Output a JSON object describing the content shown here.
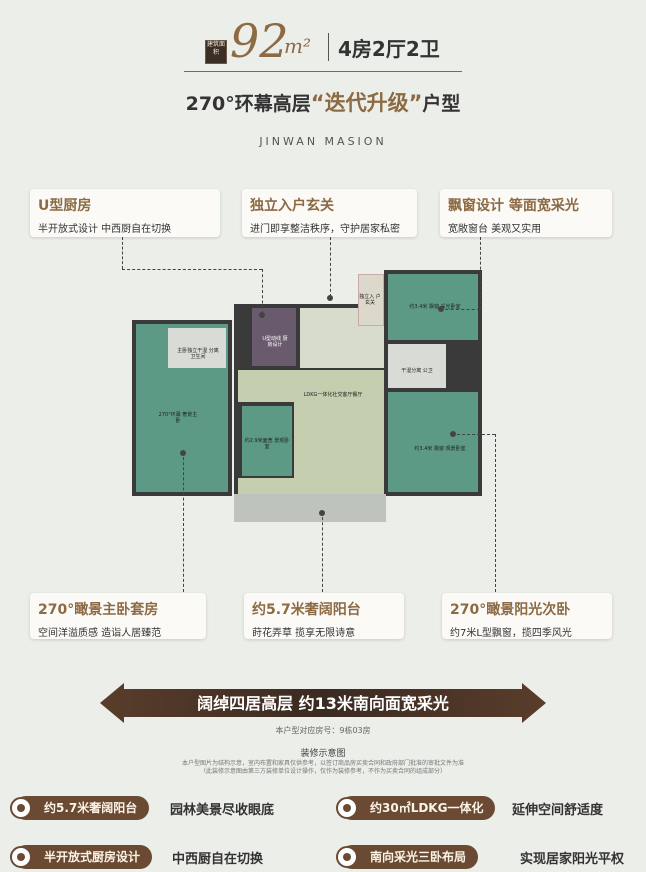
{
  "header": {
    "area_tag": "建筑面积",
    "area_value": "92",
    "area_unit": "m²",
    "rooms": "4房2厅2卫",
    "subtitle_prefix": "270°环幕高层",
    "subtitle_highlight": "“迭代升级”",
    "subtitle_suffix": "户型",
    "brand": "JINWAN MASION"
  },
  "top_cards": [
    {
      "title": "U型厨房",
      "desc": "半开放式设计 中西厨自在切换"
    },
    {
      "title": "独立入户玄关",
      "desc": "进门即享整洁秩序，守护居家私密"
    },
    {
      "title": "飘窗设计 等面宽采光",
      "desc": "宽敞窗台 美观又实用"
    }
  ],
  "plan_labels": {
    "kitchen": "U型动线 厨房设计",
    "bath1": "主卧独立干湿 分离卫生间",
    "entry": "独立入 户玄关",
    "bedroom_ne": "约3.4米 飘窗 采光卧室",
    "bath2": "干湿分离 公卫",
    "living": "LDKG一体化社交客厅餐厅",
    "master": "270°环幕 奢景主卧",
    "bedroom_mid": "约2.9米面宽 景观卧室",
    "bedroom_se": "约3.4米 飘窗 观景卧室"
  },
  "bottom_cards": [
    {
      "title": "270°瞰景主卧套房",
      "desc": "空间洋溢质感 造诣人居臻范"
    },
    {
      "title": "约5.7米奢阔阳台",
      "desc": "莳花弄草 揽享无限诗意"
    },
    {
      "title": "270°瞰景阳光次卧",
      "desc": "约7米L型飘窗，揽四季风光"
    }
  ],
  "banner": "阔绰四居高层 约13米南向面宽采光",
  "notes": {
    "room_no": "本户型对应房号：9栋03房",
    "deco": "装修示意图",
    "disclaimer_1": "本户型图片为结构示意，室内布置和家具仅供参考，以签订商品房买卖合同和政府部门批准的审批文件为准",
    "disclaimer_2": "（此装修示意图由第三方装修单位设计操作，仅作为装修参考，不作为买卖合同的组成部分）"
  },
  "features": [
    {
      "tag": "约5.7米奢阔阳台",
      "desc": "园林美景尽收眼底"
    },
    {
      "tag": "约30㎡LDKG一体化",
      "desc": "延伸空间舒适度"
    },
    {
      "tag": "半开放式厨房设计",
      "desc": "中西厨自在切换"
    },
    {
      "tag": "南向采光三卧布局",
      "desc": "实现居家阳光平权"
    }
  ],
  "colors": {
    "accent": "#8c6a43",
    "pill": "#6b4a33",
    "room_green": "#5c9a86",
    "living": "#c5ceae"
  }
}
